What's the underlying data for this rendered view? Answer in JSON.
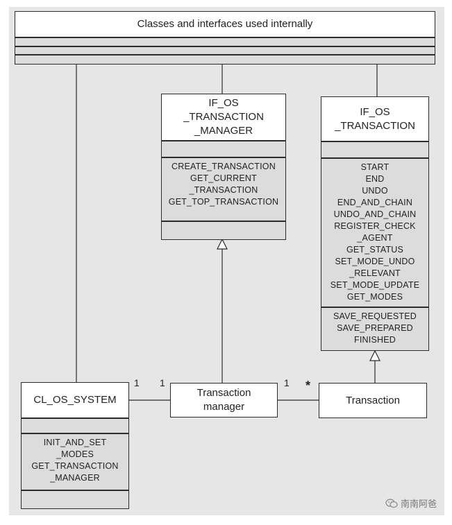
{
  "top_box": {
    "title": "Classes and interfaces used internally"
  },
  "if_os_transaction_manager": {
    "title_lines": [
      "IF_OS",
      "_TRANSACTION",
      "_MANAGER"
    ],
    "operations": [
      "CREATE_TRANSACTION",
      "GET_CURRENT",
      "_TRANSACTION",
      "GET_TOP_TRANSACTION"
    ]
  },
  "if_os_transaction": {
    "title_lines": [
      "IF_OS",
      "_TRANSACTION"
    ],
    "operations": [
      "START",
      "END",
      "UNDO",
      "END_AND_CHAIN",
      "UNDO_AND_CHAIN",
      "REGISTER_CHECK",
      "_AGENT",
      "GET_STATUS",
      "SET_MODE_UNDO",
      "_RELEVANT",
      "SET_MODE_UPDATE",
      "GET_MODES"
    ],
    "events": [
      "SAVE_REQUESTED",
      "SAVE_PREPARED",
      "FINISHED"
    ]
  },
  "cl_os_system": {
    "title": "CL_OS_SYSTEM",
    "operations": [
      "INIT_AND_SET",
      "_MODES",
      "GET_TRANSACTION",
      "_MANAGER"
    ]
  },
  "transaction_manager": {
    "title_lines": [
      "Transaction",
      "manager"
    ]
  },
  "transaction": {
    "title": "Transaction"
  },
  "multiplicities": {
    "system_side": "1",
    "manager_left": "1",
    "manager_right": "1",
    "transaction_side": "*"
  },
  "watermark": {
    "text": "南南阿爸"
  }
}
